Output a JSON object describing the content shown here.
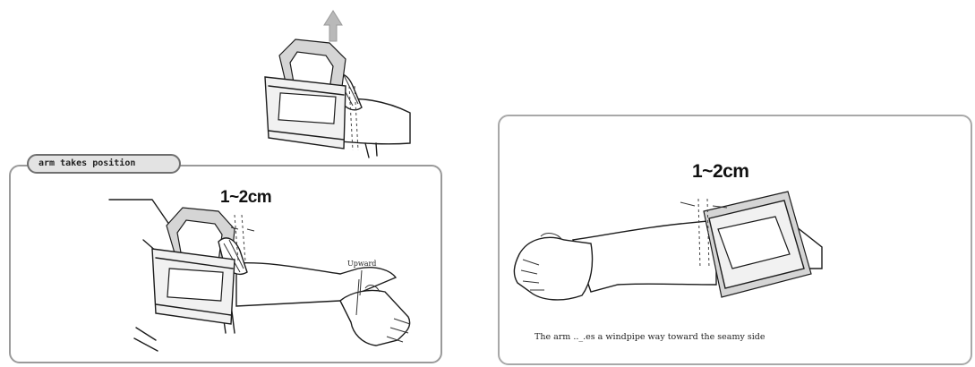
{
  "panels": {
    "left": {
      "tag": "arm takes position",
      "measurement": "1~2cm",
      "direction_label": "Upward"
    },
    "right": {
      "measurement": "1~2cm",
      "caption": "The arm .._.es a windpipe way toward the seamy side"
    }
  },
  "icons": [
    "up-arrow-icon"
  ],
  "colors": {
    "panel_border": "#9a9a9a",
    "tag_fill": "#e3e3e3",
    "arrow": "#b9b9b9",
    "cuff_band": "#d5d5d5"
  }
}
